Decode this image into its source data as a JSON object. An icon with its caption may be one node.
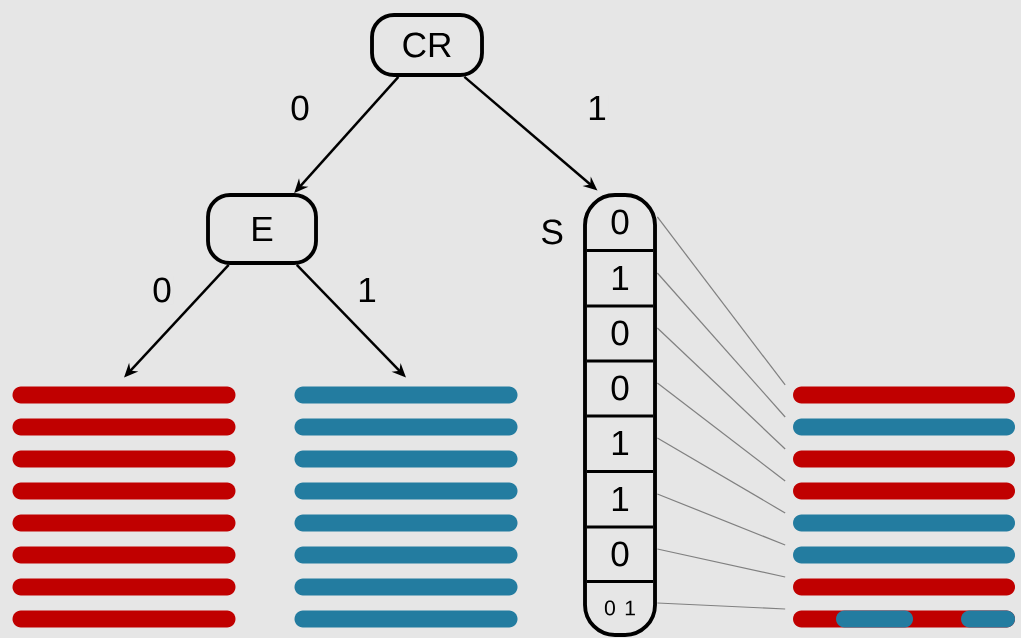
{
  "diagram": {
    "nodes": [
      {
        "text": [
          "CR"
        ]
      },
      {
        "text": [
          "E"
        ]
      },
      {
        "text": [],
        "shape": "box",
        "beside": [
          "S"
        ]
      },
      {
        "text": [
          "0"
        ],
        "in": 2
      },
      {
        "text": [
          "1"
        ],
        "in": 2
      },
      {
        "text": [
          "0"
        ],
        "in": 2
      },
      {
        "text": [
          "0"
        ],
        "in": 2
      },
      {
        "text": [
          "1"
        ],
        "in": 2
      },
      {
        "text": [
          "1"
        ],
        "in": 2
      },
      {
        "text": [
          "0"
        ],
        "in": 2
      },
      {
        "text": [
          "0",
          "1"
        ],
        "in": 2
      },
      {
        "text": [],
        "shape": "bar"
      },
      {
        "text": [],
        "shape": "bar"
      },
      {
        "text": [],
        "shape": "bar"
      },
      {
        "text": [],
        "shape": "bar"
      },
      {
        "text": [],
        "shape": "bar"
      },
      {
        "text": [],
        "shape": "bar"
      },
      {
        "text": [],
        "shape": "bar"
      },
      {
        "text": [],
        "shape": "bar"
      },
      {
        "text": [],
        "shape": "bar"
      },
      {
        "text": [],
        "shape": "bar"
      }
    ],
    "edges": [
      {
        "from": 0,
        "to": 1,
        "arrow": "to",
        "label": "0",
        "color": "#000000"
      },
      {
        "from": 0,
        "to": 2,
        "arrow": "to",
        "label": "1",
        "color": "#000000"
      },
      {
        "from": 1,
        "to": 11,
        "arrow": "to",
        "label": "0",
        "color": "#000000"
      },
      {
        "from": 1,
        "to": 12,
        "arrow": "to",
        "label": "1",
        "color": "#000000"
      },
      {
        "from": 3,
        "to": 13,
        "arrow": "none"
      },
      {
        "from": 4,
        "to": 14,
        "arrow": "none"
      },
      {
        "from": 5,
        "to": 15,
        "arrow": "none"
      },
      {
        "from": 6,
        "to": 16,
        "arrow": "none"
      },
      {
        "from": 7,
        "to": 17,
        "arrow": "none"
      },
      {
        "from": 8,
        "to": 18,
        "arrow": "none"
      },
      {
        "from": 9,
        "to": 19,
        "arrow": "none"
      },
      {
        "from": 10,
        "to": 20,
        "arrow": "none"
      }
    ]
  }
}
